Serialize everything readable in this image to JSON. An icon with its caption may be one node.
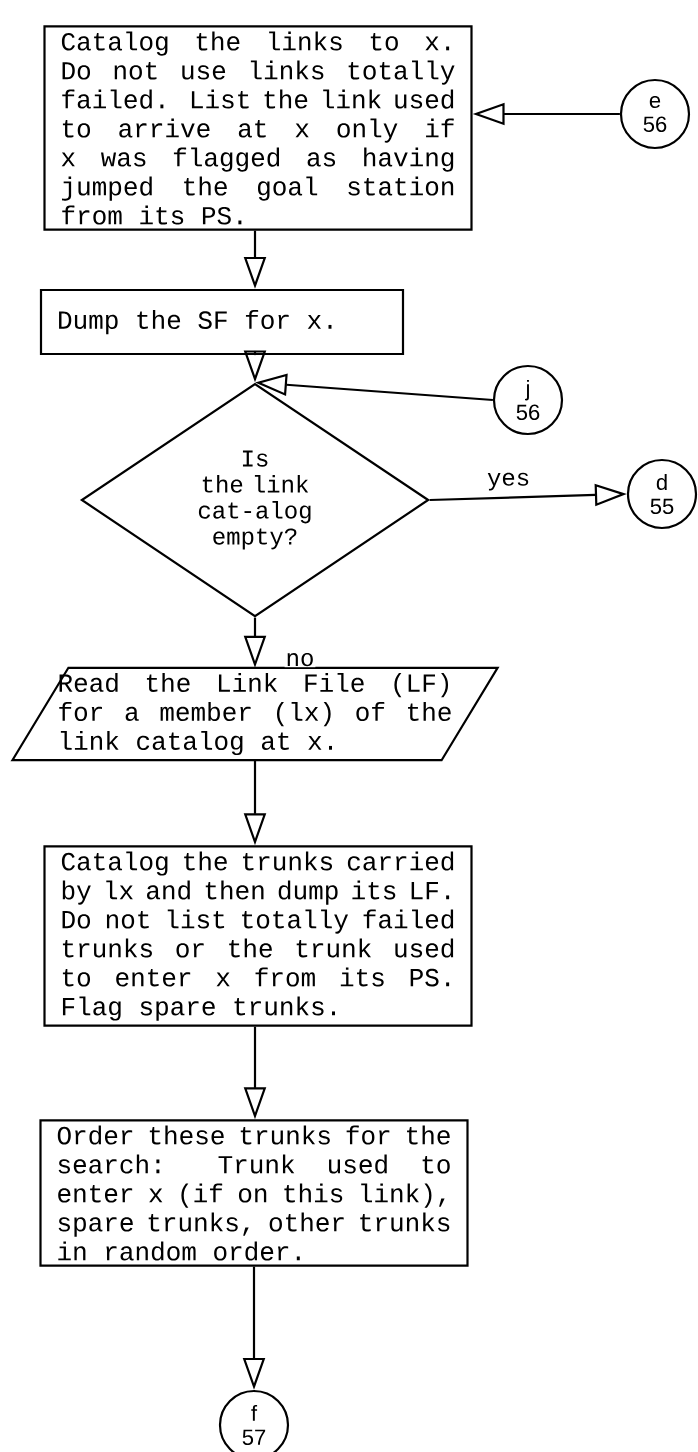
{
  "diagram": {
    "nodes": [
      {
        "text": [
          "Catalog the links to x. Do not use links totally failed. List the link used to arrive at x only if x was flagged as having jumped the goal station from its PS."
        ]
      },
      {
        "text": [
          "e",
          "56"
        ]
      },
      {
        "text": [
          "Dump the SF for x."
        ]
      },
      {
        "text": [
          "j",
          "56"
        ]
      },
      {
        "text": [
          "Is the link cat-alog empty?"
        ]
      },
      {
        "text": [
          "d",
          "55"
        ]
      },
      {
        "text": [
          "Read the Link File (LF) for a member (lx) of the link catalog at x."
        ]
      },
      {
        "text": [
          "Catalog the trunks carried by lx and then dump its LF. Do not list totally failed trunks or the trunk used to enter x from its PS. Flag spare trunks."
        ]
      },
      {
        "text": [
          "Order these trunks for the search: Trunk used to enter x (if on this link), spare trunks, other trunks in random order."
        ]
      },
      {
        "text": [
          "f",
          "57"
        ]
      }
    ],
    "edges": [
      {
        "from": 1,
        "to": 0,
        "arrow": "to"
      },
      {
        "from": 0,
        "to": 2,
        "arrow": "to"
      },
      {
        "from": 2,
        "to": 4,
        "arrow": "to"
      },
      {
        "from": 3,
        "to": 4,
        "arrow": "to"
      },
      {
        "from": 4,
        "to": 5,
        "arrow": "to",
        "label": "yes"
      },
      {
        "from": 4,
        "to": 6,
        "arrow": "to",
        "label": "no"
      },
      {
        "from": 6,
        "to": 7,
        "arrow": "to"
      },
      {
        "from": 7,
        "to": 8,
        "arrow": "to"
      },
      {
        "from": 8,
        "to": 9,
        "arrow": "to"
      }
    ]
  }
}
